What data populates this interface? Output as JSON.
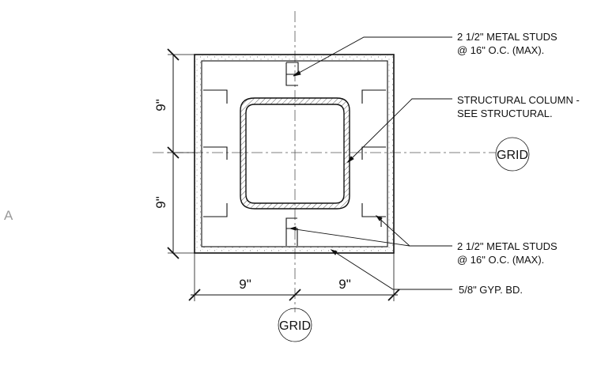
{
  "side_letter": "A",
  "dimensions": {
    "left_upper": "9\"",
    "left_lower": "9\"",
    "bottom_left": "9\"",
    "bottom_right": "9\""
  },
  "grid_bubbles": {
    "right": "GRID",
    "bottom": "GRID"
  },
  "callouts": {
    "studs_top": [
      "2 1/2\" METAL STUDS",
      "@ 16\" O.C. (MAX)."
    ],
    "column": [
      "STRUCTURAL COLUMN -",
      "SEE STRUCTURAL."
    ],
    "studs_bottom": [
      "2 1/2\" METAL STUDS",
      "@ 16\" O.C. (MAX)."
    ],
    "gyp": [
      "5/8\" GYP. BD."
    ]
  }
}
